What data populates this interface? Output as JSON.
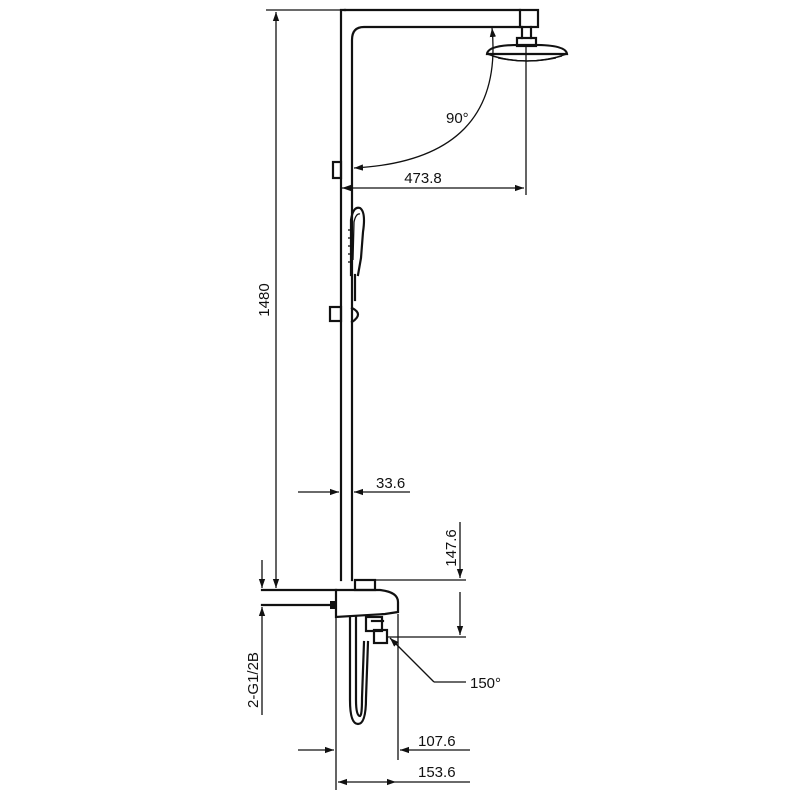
{
  "dimensions": {
    "total_height": "1480",
    "arm_reach": "473.8",
    "pipe_diameter": "33.6",
    "mixer_height": "147.6",
    "inlet_thread": "2-G1/2B",
    "spout_depth": "107.6",
    "mixer_depth": "153.6"
  },
  "angles": {
    "arm_angle": "90°",
    "spout_angle": "150°"
  },
  "colors": {
    "line": "#111111",
    "background": "#ffffff"
  }
}
